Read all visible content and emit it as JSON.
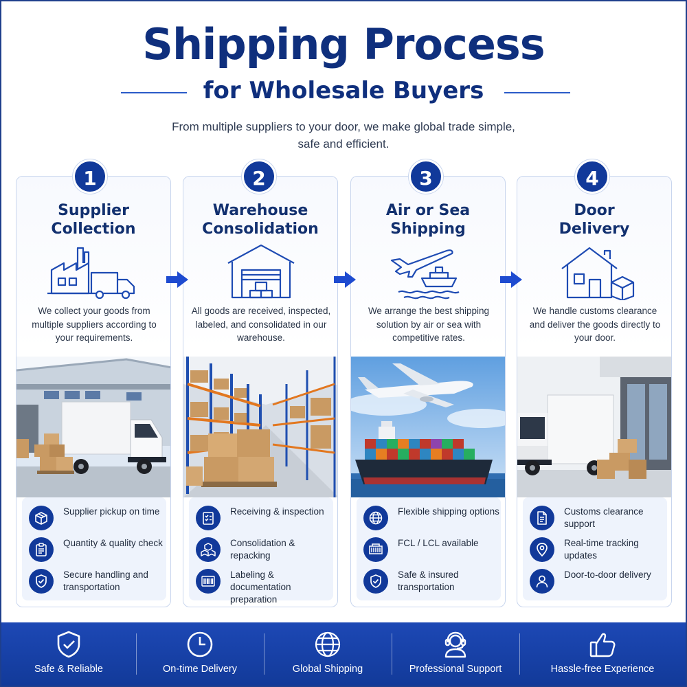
{
  "header": {
    "title": "Shipping Process",
    "subtitle": "for Wholesale Buyers",
    "tagline_line1": "From multiple suppliers to your door, we make global trade simple,",
    "tagline_line2": "safe and efficient."
  },
  "colors": {
    "primary": "#11399a",
    "accent": "#2a5bc8",
    "footer": "#1d48b5"
  },
  "steps": [
    {
      "number": "1",
      "title_line1": "Supplier",
      "title_line2": "Collection",
      "icon": "factory-truck-icon",
      "description": "We collect your goods from multiple suppliers according to your requirements.",
      "photo": "loading-dock-truck-photo",
      "features": [
        {
          "icon": "box-icon",
          "label": "Supplier pickup on time"
        },
        {
          "icon": "clipboard-icon",
          "label": "Quantity & quality check"
        },
        {
          "icon": "shield-check-icon",
          "label": "Secure handling and transportation"
        }
      ]
    },
    {
      "number": "2",
      "title_line1": "Warehouse",
      "title_line2": "Consolidation",
      "icon": "warehouse-icon",
      "description": "All goods are received, inspected, labeled, and consolidated in our warehouse.",
      "photo": "warehouse-racks-photo",
      "features": [
        {
          "icon": "checklist-icon",
          "label": "Receiving & inspection"
        },
        {
          "icon": "boxes-icon",
          "label": "Consolidation & repacking"
        },
        {
          "icon": "barcode-icon",
          "label": "Labeling & documentation preparation"
        }
      ]
    },
    {
      "number": "3",
      "title_line1": "Air or Sea",
      "title_line2": "Shipping",
      "icon": "plane-ship-icon",
      "description": "We arrange the best shipping solution by air or sea with competitive rates.",
      "photo": "plane-and-container-ship-photo",
      "features": [
        {
          "icon": "globe-icon",
          "label": "Flexible shipping options"
        },
        {
          "icon": "container-icon",
          "label": "FCL / LCL available"
        },
        {
          "icon": "shield-check-icon",
          "label": "Safe & insured transportation"
        }
      ]
    },
    {
      "number": "4",
      "title_line1": "Door",
      "title_line2": "Delivery",
      "icon": "house-box-icon",
      "description": "We handle customs clearance and deliver the goods directly to your door.",
      "photo": "delivery-truck-photo",
      "features": [
        {
          "icon": "document-icon",
          "label": "Customs clearance support"
        },
        {
          "icon": "location-pin-icon",
          "label": "Real-time tracking updates"
        },
        {
          "icon": "person-icon",
          "label": "Door-to-door delivery"
        }
      ]
    }
  ],
  "footer": [
    {
      "icon": "shield-check-icon",
      "label": "Safe & Reliable"
    },
    {
      "icon": "clock-icon",
      "label": "On-time Delivery"
    },
    {
      "icon": "globe-icon",
      "label": "Global Shipping"
    },
    {
      "icon": "headset-agent-icon",
      "label": "Professional Support"
    },
    {
      "icon": "thumbs-up-icon",
      "label": "Hassle-free Experience"
    }
  ]
}
